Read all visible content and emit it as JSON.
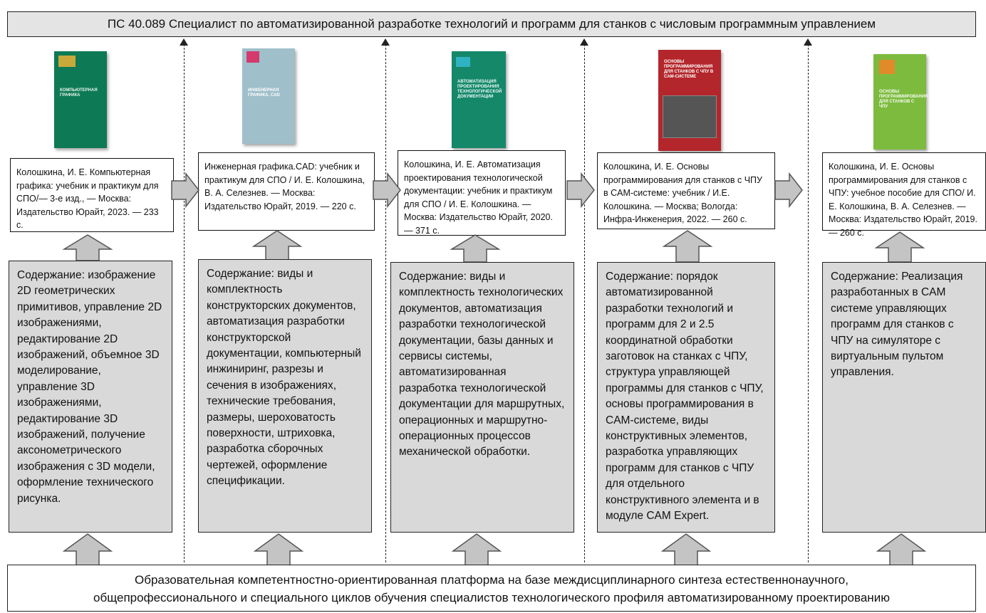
{
  "top_banner": "ПС 40.089 Специалист по автоматизированной разработке технологий и программ для станков с числовым программным управлением",
  "bottom_banner": {
    "line1": "Образовательная компетентностно-ориентированная платформа на базе междисциплинарного синтеза естественнонаучного,",
    "line2": "общепрофессионального и специального циклов обучения специалистов технологического профиля автоматизированному проектированию"
  },
  "columns": [
    {
      "cover": {
        "color": "#0d7a55",
        "accent": "#c9a93a",
        "title": "Компьютерная графика"
      },
      "citation": "Колошкина, И. Е. Компьютерная графика: учебник и практикум для СПО/— 3-е изд., — Москва: Издательство Юрайт, 2023. — 233 с.",
      "content": "Содержание: изображение 2D геометрических примитивов, управление 2D изображениями, редактирование 2D изображений, объемное 3D моделирование, управление 3D изображениями, редактирование 3D изображений, получение аксонометрического изображения с 3D модели, оформление технического рисунка."
    },
    {
      "cover": {
        "color": "#9fbfca",
        "accent": "#d43a6c",
        "title": "Инженерная графика. CAD"
      },
      "citation": "Инженерная графика.CAD: учебник и практикум для СПО / И. Е. Колошкина, В. А. Селезнев. — Москва: Издательство Юрайт, 2019. — 220 с.",
      "content": "Содержание: виды и комплектность конструкторских документов, автоматизация разработки конструкторской документации, компьютерный инжиниринг, разрезы и сечения в изображениях, технические требования, размеры, шероховатость поверхности, штриховка, разработка сборочных чертежей, оформление спецификации."
    },
    {
      "cover": {
        "color": "#15886a",
        "accent": "#2fb3c2",
        "title": "Автоматизация проектирования технологической документации"
      },
      "citation": "Колошкина, И. Е.  Автоматизация проектирования технологической документации: учебник и практикум для СПО / И. Е. Колошкина. — Москва: Издательство Юрайт, 2020. — 371 с.",
      "content": "Содержание: виды и комплектность технологических документов, автоматизация разработки технологической документации, базы данных и сервисы системы, автоматизированная разработка технологической документации для маршрутных, операционных и маршрутно-операционных процессов механической обработки."
    },
    {
      "cover": {
        "color": "#b3262b",
        "accent": "#555555",
        "title": "Основы программирования для станков с ЧПУ в CAM-системе"
      },
      "citation": "Колошкина, И. Е.  Основы программирования для станков с ЧПУ в CAM-системе: учебник / И.Е. Колошкина. — Москва; Вологда: Инфра-Инженерия, 2022. — 260 с.",
      "content": "Содержание: порядок автоматизированной разработки технологий и программ для 2 и 2.5 координатной обработки заготовок на станках с ЧПУ, структура управляющей программы для станков с ЧПУ, основы программирования в CAM-системе, виды конструктивных элементов, разработка управляющих программ для станков с ЧПУ для отдельного конструктивного элемента и в модуле CAM Expert."
    },
    {
      "cover": {
        "color": "#7dbb3f",
        "accent": "#e08a2a",
        "title": "Основы программирования для станков с ЧПУ"
      },
      "citation": "Колошкина, И. Е. Основы программирования для станков с ЧПУ: учебное пособие для СПО/ И. Е. Колошкина, В. А. Селезнев. — Москва: Издательство Юрайт, 2019. — 260 с.",
      "content": "Содержание: Реализация разработанных в CAM системе управляющих программ для станков с ЧПУ на симуляторе с виртуальным пультом управления."
    }
  ]
}
